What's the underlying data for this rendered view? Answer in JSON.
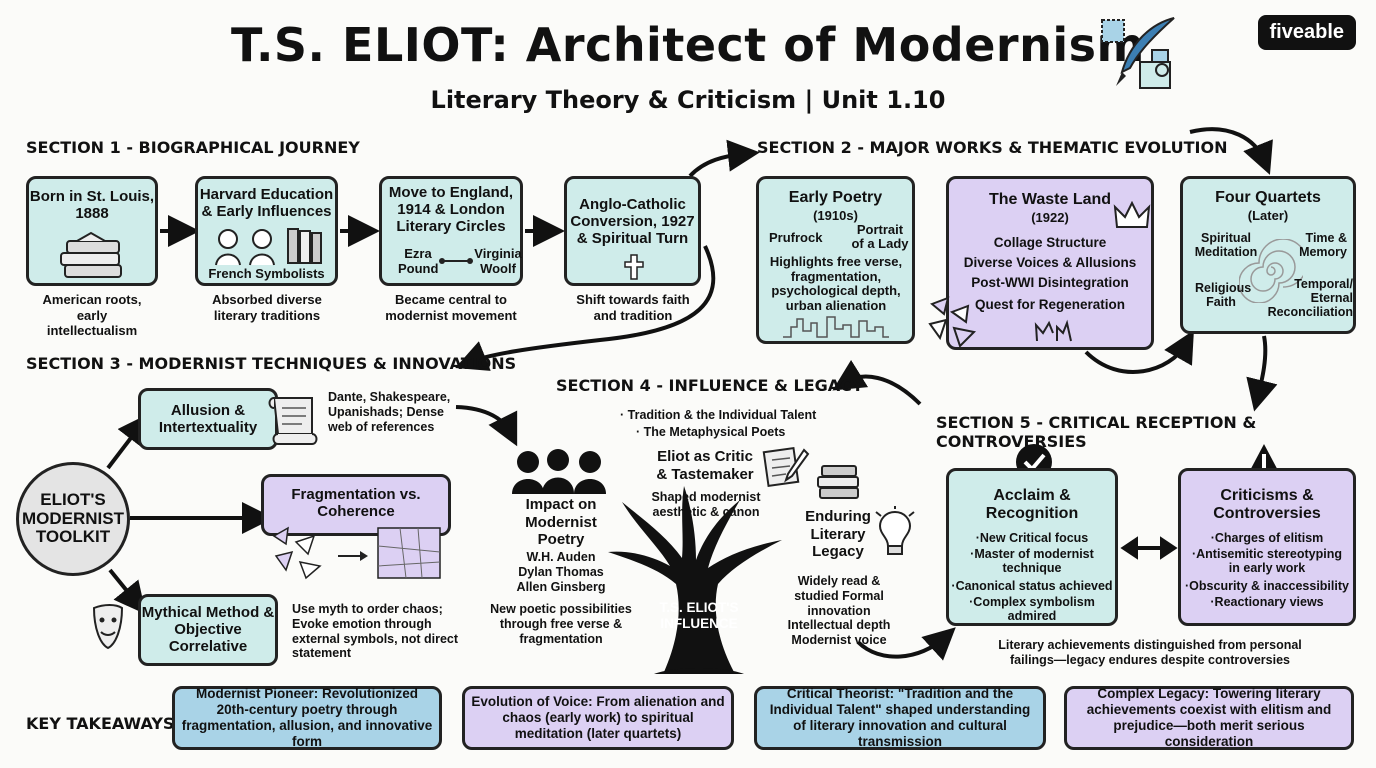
{
  "header": {
    "title": "T.S. ELIOT: Architect of Modernism",
    "subtitle": "Literary Theory & Criticism | Unit 1.10",
    "logo": "fiveable"
  },
  "section1": {
    "heading": "SECTION 1 - BIOGRAPHICAL JOURNEY",
    "boxes": [
      {
        "title": "Born in St. Louis, 1888",
        "caption": "American roots, early intellectualism"
      },
      {
        "title": "Harvard Education & Early Influences",
        "inner": "French Symbolists",
        "caption": "Absorbed diverse literary traditions"
      },
      {
        "title": "Move to England, 1914 & London Literary Circles",
        "left": "Ezra Pound",
        "right": "Virginia Woolf",
        "caption": "Became central to modernist movement"
      },
      {
        "title": "Anglo-Catholic Conversion, 1927 & Spiritual Turn",
        "caption": "Shift towards faith and tradition"
      }
    ]
  },
  "section2": {
    "heading": "SECTION 2 - MAJOR WORKS & THEMATIC EVOLUTION",
    "early": {
      "title": "Early Poetry",
      "years": "(1910s)",
      "left": "Prufrock",
      "right": "Portrait of a Lady",
      "body": "Highlights free verse, fragmentation, psychological depth, urban alienation"
    },
    "waste": {
      "title": "The Waste Land",
      "years": "(1922)",
      "items": [
        "Collage Structure",
        "Diverse Voices & Allusions",
        "Post-WWI Disintegration",
        "Quest for Regeneration"
      ]
    },
    "quartets": {
      "title": "Four Quartets",
      "years": "(Later)",
      "tl": "Spiritual Meditation",
      "tr": "Time & Memory",
      "bl": "Religious Faith",
      "br": "Temporal/ Eternal Reconciliation"
    }
  },
  "section3": {
    "heading": "SECTION 3 - MODERNIST TECHNIQUES & INNOVATIONS",
    "center": "ELIOT'S MODERNIST TOOLKIT",
    "allusion": {
      "title": "Allusion & Intertextuality",
      "desc": "Dante, Shakespeare, Upanishads; Dense web of references"
    },
    "fragment": {
      "title": "Fragmentation vs. Coherence"
    },
    "mythic": {
      "title": "Mythical Method & Objective Correlative",
      "desc": "Use myth to order chaos; Evoke emotion through external symbols, not direct statement"
    }
  },
  "section4": {
    "heading": "SECTION 4 - INFLUENCE & LEGACY",
    "essays": [
      "· Tradition & the Individual Talent",
      "· The Metaphysical Poets"
    ],
    "critic": {
      "title": "Eliot as Critic & Tastemaker",
      "desc": "Shaped modernist aesthetic & canon"
    },
    "impact": {
      "title": "Impact on Modernist Poetry",
      "poets": "W.H. Auden Dylan Thomas Allen Ginsberg",
      "desc": "New poetic possibilities through free verse & fragmentation"
    },
    "tree": "T.S. ELIOT'S INFLUENCE",
    "legacy": {
      "title": "Enduring Literary Legacy",
      "desc": "Widely read & studied Formal innovation Intellectual depth Modernist voice"
    }
  },
  "section5": {
    "heading": "SECTION 5 - CRITICAL RECEPTION & CONTROVERSIES",
    "acclaim": {
      "title": "Acclaim & Recognition",
      "items": [
        "·New Critical focus",
        "·Master of modernist technique",
        "·Canonical status achieved",
        "·Complex symbolism admired"
      ]
    },
    "criticism": {
      "title": "Criticisms & Controversies",
      "items": [
        "·Charges of elitism",
        "·Antisemitic stereotyping in early work",
        "·Obscurity & inaccessibility",
        "·Reactionary views"
      ]
    },
    "note": "Literary achievements distinguished from personal failings—legacy endures despite controversies"
  },
  "takeaways": {
    "heading": "KEY TAKEAWAYS",
    "items": [
      "Modernist Pioneer: Revolutionized 20th-century poetry through fragmentation, allusion, and innovative form",
      "Evolution of Voice: From alienation and chaos (early work) to spiritual meditation (later quartets)",
      "Critical Theorist: \"Tradition and the Individual Talent\" shaped understanding of literary innovation and cultural transmission",
      "Complex Legacy: Towering literary achievements coexist with elitism and prejudice—both merit serious consideration"
    ]
  },
  "colors": {
    "teal": "#cfecea",
    "purple": "#dcd0f3",
    "blue": "#a9d3e7"
  }
}
